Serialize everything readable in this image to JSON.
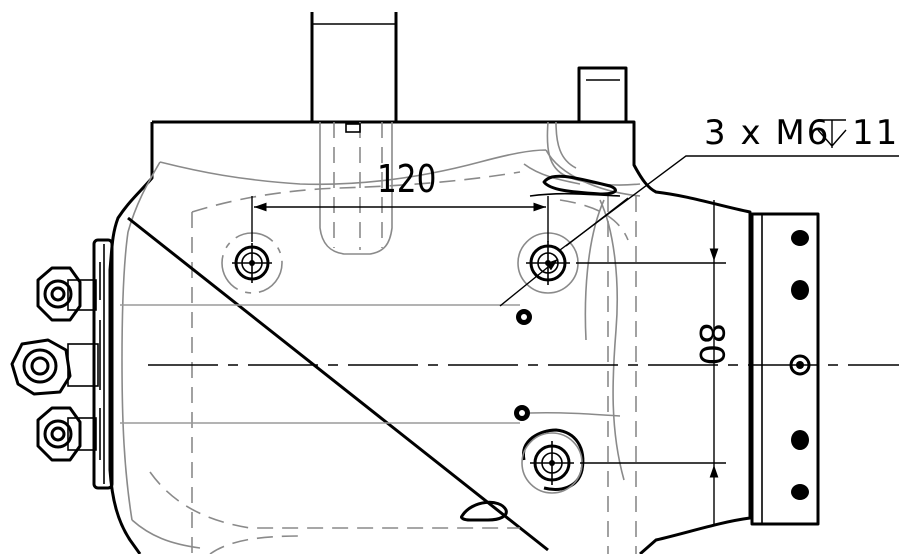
{
  "annotations": {
    "thread_callout": "3 x M6",
    "thread_depth": "11",
    "dim_horizontal": "120",
    "dim_vertical": "80"
  },
  "colors": {
    "visible_line": "#000000",
    "hidden_line": "#8a8a8a",
    "background": "#ffffff"
  }
}
